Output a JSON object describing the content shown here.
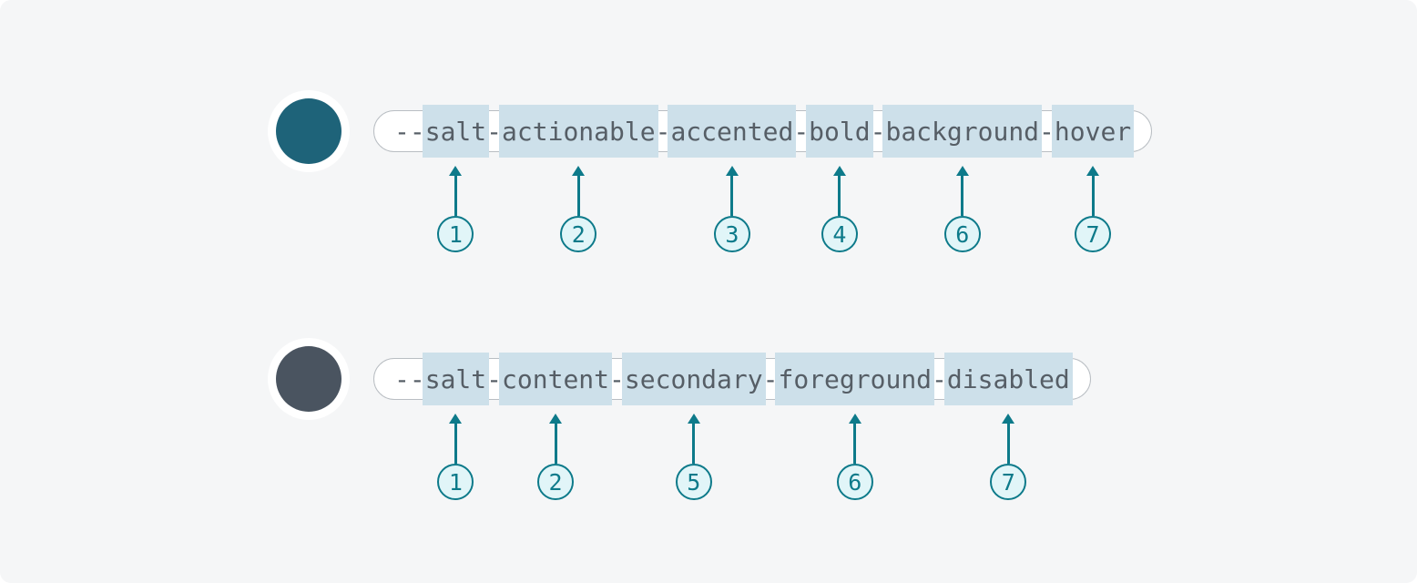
{
  "colors": {
    "accent": "#0d7a8a",
    "highlight": "#cde0ea",
    "marker_fill": "#e1f5f8",
    "token_text": "#565e66",
    "pill_border": "#b9bec3",
    "pill_background": "#ffffff",
    "canvas_background": "#f5f6f7"
  },
  "rows": [
    {
      "full_token": "--salt-actionable-accented-bold-background-hover",
      "prefix": "--",
      "separator": "-",
      "swatch_color": "#1e6379",
      "segments": [
        {
          "text": "salt",
          "marker": "1"
        },
        {
          "text": "actionable",
          "marker": "2"
        },
        {
          "text": "accented",
          "marker": "3"
        },
        {
          "text": "bold",
          "marker": "4"
        },
        {
          "text": "background",
          "marker": "6"
        },
        {
          "text": "hover",
          "marker": "7"
        }
      ]
    },
    {
      "full_token": "--salt-content-secondary-foreground-disabled",
      "prefix": "--",
      "separator": "-",
      "swatch_color": "#4a5460",
      "segments": [
        {
          "text": "salt",
          "marker": "1"
        },
        {
          "text": "content",
          "marker": "2"
        },
        {
          "text": "secondary",
          "marker": "5"
        },
        {
          "text": "foreground",
          "marker": "6"
        },
        {
          "text": "disabled",
          "marker": "7"
        }
      ]
    }
  ]
}
